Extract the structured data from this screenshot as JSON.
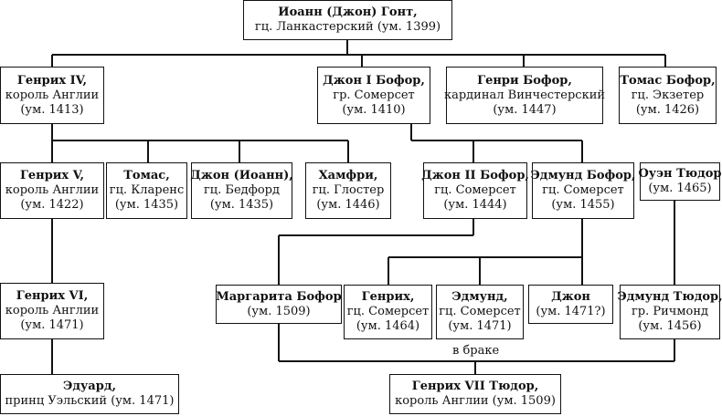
{
  "people": {
    "gaunt": {
      "name": "Иоанн (Джон) Гонт,",
      "detail": [
        "гц. Ланкастерский (ум. 1399)"
      ]
    },
    "henry4": {
      "name": "Генрих IV,",
      "detail": [
        "король Англии",
        "(ум. 1413)"
      ]
    },
    "john1": {
      "name": "Джон I Бофор,",
      "detail": [
        "гр. Сомерсет",
        "(ум. 1410)"
      ]
    },
    "henryb": {
      "name": "Генри Бофор,",
      "detail": [
        "кардинал Винчестерский",
        "(ум. 1447)"
      ]
    },
    "thomasb": {
      "name": "Томас Бофор,",
      "detail": [
        "гц. Экзетер",
        "(ум. 1426)"
      ]
    },
    "henry5": {
      "name": "Генрих V,",
      "detail": [
        "король Англии",
        "(ум. 1422)"
      ]
    },
    "thomas": {
      "name": "Томас,",
      "detail": [
        "гц. Кларенс",
        "(ум. 1435)"
      ]
    },
    "johnbed": {
      "name": "Джон (Иоанн),",
      "detail": [
        "гц. Бедфорд",
        "(ум. 1435)"
      ]
    },
    "humphrey": {
      "name": "Хамфри,",
      "detail": [
        "гц. Глостер",
        "(ум. 1446)"
      ]
    },
    "john2": {
      "name": "Джон II Бофор,",
      "detail": [
        "гц. Сомерсет",
        "(ум. 1444)"
      ]
    },
    "edmundb": {
      "name": "Эдмунд Бофор,",
      "detail": [
        "гц. Сомерсет",
        "(ум. 1455)"
      ]
    },
    "owen": {
      "name": "Оуэн Тюдор",
      "detail": [
        "(ум. 1465)"
      ]
    },
    "henry6": {
      "name": "Генрих VI,",
      "detail": [
        "король Англии",
        "(ум. 1471)"
      ]
    },
    "margaret": {
      "name": "Маргарита Бофор",
      "detail": [
        "(ум. 1509)"
      ]
    },
    "henrys": {
      "name": "Генрих,",
      "detail": [
        "гц. Сомерсет",
        "(ум. 1464)"
      ]
    },
    "edmunds": {
      "name": "Эдмунд,",
      "detail": [
        "гц. Сомерсет",
        "(ум. 1471)"
      ]
    },
    "johns": {
      "name": "Джон",
      "detail": [
        "(ум. 1471?)"
      ]
    },
    "edmundt": {
      "name": "Эдмунд Тюдор,",
      "detail": [
        "гр. Ричмонд",
        "(ум. 1456)"
      ]
    },
    "edward": {
      "name": "Эдуард,",
      "detail": [
        "принц Уэльский (ум. 1471)"
      ]
    },
    "henry7": {
      "name": "Генрих VII Тюдор,",
      "detail": [
        "король Англии (ум. 1509)"
      ]
    }
  },
  "marriage_label": "в браке"
}
